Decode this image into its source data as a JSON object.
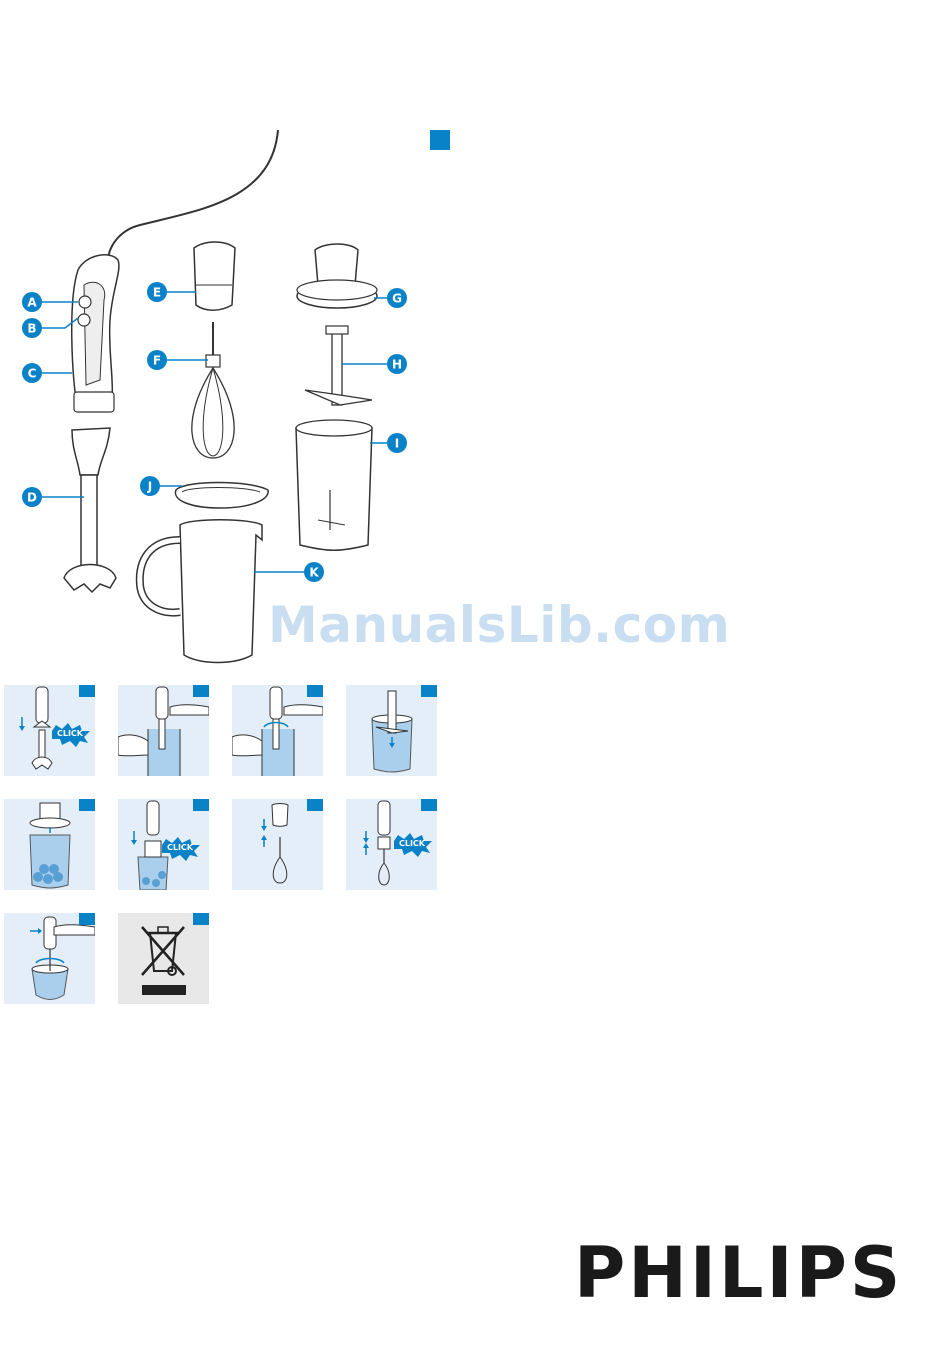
{
  "colors": {
    "accent": "#0a82c8",
    "panel": "#e3eef8",
    "watermark": "#c9def0"
  },
  "overview": {
    "labels": [
      "A",
      "B",
      "C",
      "D",
      "E",
      "F",
      "G",
      "H",
      "I",
      "J",
      "K"
    ]
  },
  "watermark": "ManualsLib.com",
  "steps": [
    {
      "click": "CLICK"
    },
    {
      "click": ""
    },
    {
      "click": ""
    },
    {
      "click": ""
    },
    {
      "click": ""
    },
    {
      "click": "CLICK"
    },
    {
      "click": ""
    },
    {
      "click": "CLICK"
    },
    {
      "click": ""
    },
    {
      "click": ""
    }
  ],
  "brand": {
    "logo": "PHILIPS"
  }
}
